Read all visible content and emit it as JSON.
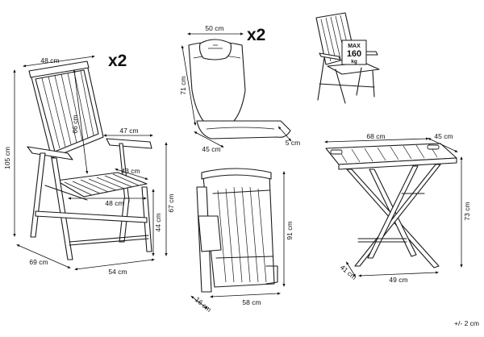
{
  "chair": {
    "width_top": "48 cm",
    "height_total": "105 cm",
    "back_height": "66 cm",
    "armrest_length": "47 cm",
    "seat_depth": "43 cm",
    "seat_width": "48 cm",
    "seat_height": "44 cm",
    "armrest_height": "67 cm",
    "depth": "69 cm",
    "width": "54 cm",
    "quantity": "x2"
  },
  "cushion": {
    "width": "50 cm",
    "height": "71 cm",
    "depth": "45 cm",
    "thickness": "5 cm",
    "quantity": "x2"
  },
  "load_badge": {
    "line1": "MAX",
    "line2": "160",
    "line3": "kg"
  },
  "folded_chair": {
    "height": "91 cm",
    "width": "58 cm",
    "depth": "16 cm"
  },
  "table": {
    "length": "68 cm",
    "width": "45 cm",
    "height": "73 cm",
    "base_depth": "41 cm",
    "base_width": "49 cm"
  },
  "tolerance": "+/- 2 cm"
}
